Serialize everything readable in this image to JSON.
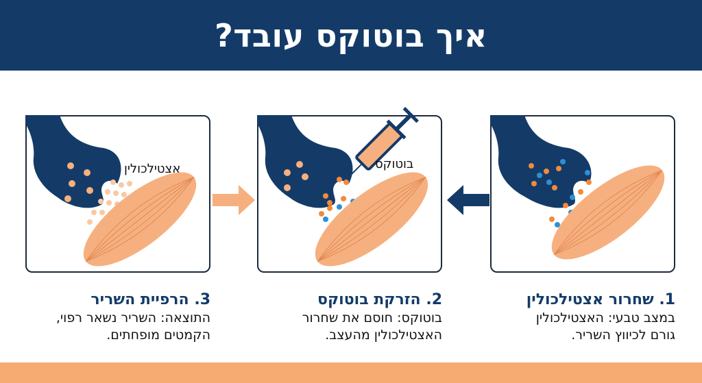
{
  "header": {
    "title": "איך בוטוקס עובד?"
  },
  "panels": [
    {
      "step_title": "1. שחרור אצטילכולין",
      "line1": "במצב טבעי: האצטילכולין",
      "line2": "גורם לכיווץ השריר."
    },
    {
      "step_title": "2. הזרקת בוטוקס",
      "line1": "בוטוקס: חוסם את שחרור",
      "line2": "האצטילכולין מהעצב.",
      "illustration_label": "בוטוקס"
    },
    {
      "step_title": "3. הרפיית השריר",
      "line1": "התוצאה: השריר נשאר רפוי,",
      "line2": "הקמטים מופחתים.",
      "illustration_label": "אצטילכולין"
    }
  ],
  "colors": {
    "navy": "#143b68",
    "orange": "#f28a3c",
    "peach": "#f6b07f",
    "blue": "#2f8fd6"
  }
}
